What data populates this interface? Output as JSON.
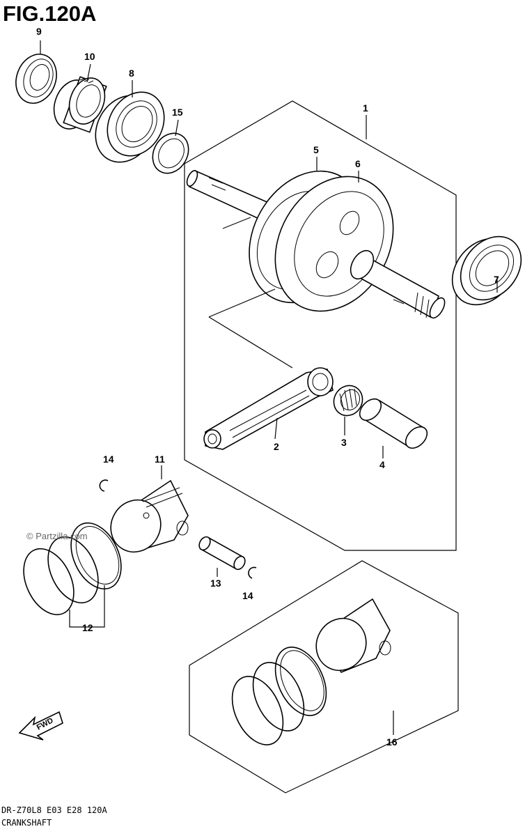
{
  "figure": {
    "title": "FIG.120A",
    "model_code": "DR-Z70L8  E03  E28  120A",
    "section": "CRANKSHAFT",
    "watermark": "© Partzilla.com",
    "fwd_label": "FWD"
  },
  "callouts": {
    "c1": "1",
    "c2": "2",
    "c3": "3",
    "c4": "4",
    "c5": "5",
    "c6": "6",
    "c7": "7",
    "c8": "8",
    "c9": "9",
    "c10": "10",
    "c11": "11",
    "c12": "12",
    "c13": "13",
    "c14a": "14",
    "c14b": "14",
    "c15": "15",
    "c16": "16"
  }
}
